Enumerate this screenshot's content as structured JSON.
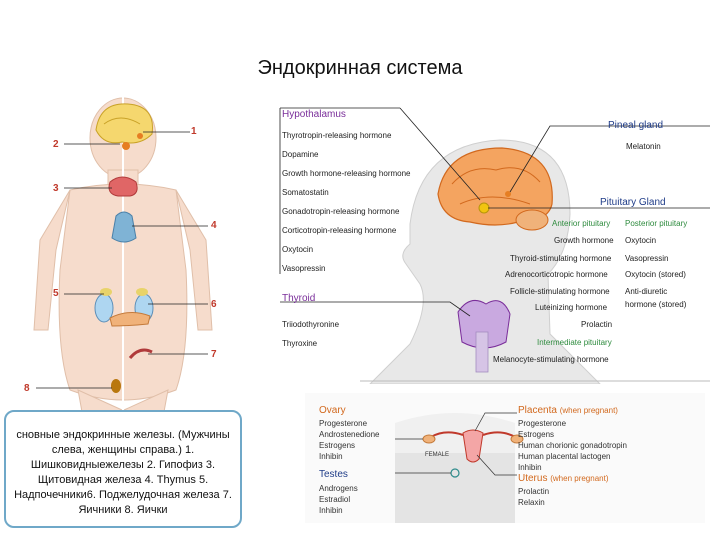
{
  "title": "Эндокринная система",
  "left_numbers": [
    "1",
    "2",
    "3",
    "4",
    "5",
    "6",
    "7",
    "8"
  ],
  "caption": "сновные эндокринные железы. (Мужчины слева, женщины справа.) 1. Шишковидныежелезы 2. Гипофиз 3. Щитовидная железа 4. Thymus 5. Надпочечники6. Поджелудочная железа 7. Яичники 8. Яички",
  "head_diagram": {
    "hypothalamus": {
      "header": "Hypothalamus",
      "items": [
        "Thyrotropin-releasing hormone",
        "Dopamine",
        "Growth hormone-releasing hormone",
        "Somatostatin",
        "Gonadotropin-releasing hormone",
        "Corticotropin-releasing hormone",
        "Oxytocin",
        "Vasopressin"
      ]
    },
    "thyroid": {
      "header": "Thyroid",
      "items": [
        "Triiodothyronine",
        "Thyroxine"
      ]
    },
    "pineal": {
      "header": "Pineal gland",
      "items": [
        "Melatonin"
      ]
    },
    "pituitary": {
      "header": "Pituitary Gland",
      "anterior_header": "Anterior pituitary",
      "posterior_header": "Posterior pituitary",
      "anterior_items": [
        "Growth hormone",
        "Thyroid-stimulating hormone",
        "Adrenocorticotropic hormone",
        "Follicle-stimulating hormone",
        "Luteinizing hormone",
        "Prolactin"
      ],
      "posterior_items": [
        "Oxytocin",
        "Vasopressin",
        "Oxytocin (stored)",
        "Anti-diuretic",
        "hormone (stored)"
      ],
      "intermediate_header": "Intermediate pituitary",
      "intermediate_items": [
        "Melanocyte-stimulating hormone"
      ]
    }
  },
  "pelvis_diagram": {
    "ovary": {
      "header": "Ovary",
      "items": [
        "Progesterone",
        "Androstenedione",
        "Estrogens",
        "Inhibin"
      ]
    },
    "testes": {
      "header": "Testes",
      "items": [
        "Androgens",
        "Estradiol",
        "Inhibin"
      ]
    },
    "placenta": {
      "header": "Placenta",
      "note": "(when pregnant)",
      "items": [
        "Progesterone",
        "Estrogens",
        "Human chorionic gonadotropin",
        "Human placental lactogen",
        "Inhibin"
      ]
    },
    "uterus": {
      "header": "Uterus",
      "note": "(when pregnant)",
      "items": [
        "Prolactin",
        "Relaxin"
      ]
    },
    "female_label": "FEMALE"
  },
  "colors": {
    "accent_blue": "#1f3c88",
    "thyroid_purple": "#7a2e9a",
    "pituitary_green": "#2e8b3e",
    "gland_orange": "#d2691e",
    "caption_border": "#6fa8c8"
  }
}
